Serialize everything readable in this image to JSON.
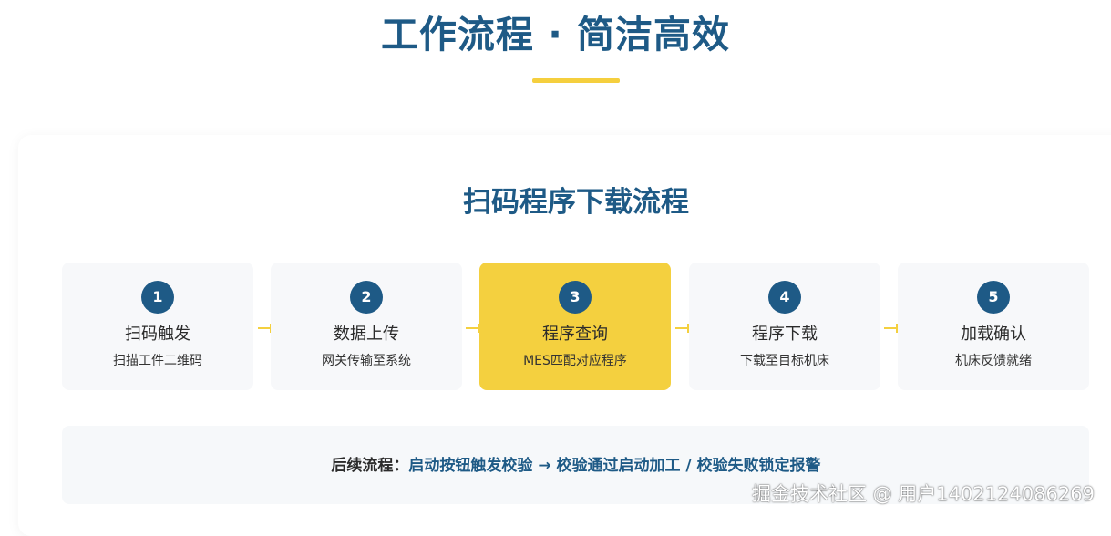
{
  "page": {
    "title": "工作流程 · 简洁高效"
  },
  "card": {
    "title": "扫码程序下载流程"
  },
  "steps": [
    {
      "number": "1",
      "name": "扫码触发",
      "desc": "扫描工件二维码",
      "active": false
    },
    {
      "number": "2",
      "name": "数据上传",
      "desc": "网关传输至系统",
      "active": false
    },
    {
      "number": "3",
      "name": "程序查询",
      "desc": "MES匹配对应程序",
      "active": true
    },
    {
      "number": "4",
      "name": "程序下载",
      "desc": "下载至目标机床",
      "active": false
    },
    {
      "number": "5",
      "name": "加载确认",
      "desc": "机床反馈就绪",
      "active": false
    }
  ],
  "footer": {
    "label": "后续流程：",
    "value": "启动按钮触发校验 → 校验通过启动加工 / 校验失败锁定报警"
  },
  "watermark": "掘金技术社区 @ 用户1402124086269",
  "colors": {
    "primary": "#1e5a86",
    "accent": "#f4d03f",
    "step_bg": "#f7f8fa"
  }
}
